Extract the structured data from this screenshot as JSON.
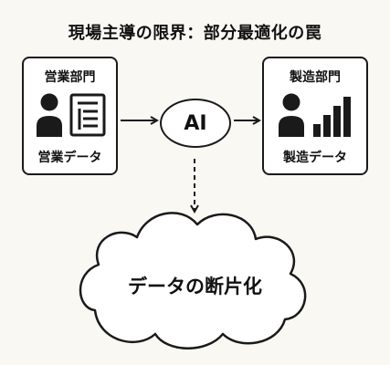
{
  "title": "現場主導の限界：部分最適化の罠",
  "sales": {
    "name": "営業部門",
    "data_label": "営業データ",
    "icons": [
      "person-icon",
      "document-icon"
    ]
  },
  "mfg": {
    "name": "製造部門",
    "data_label": "製造データ",
    "icons": [
      "person-icon",
      "bar-chart-icon"
    ]
  },
  "ai": {
    "label": "AI"
  },
  "result": {
    "label": "データの断片化"
  }
}
